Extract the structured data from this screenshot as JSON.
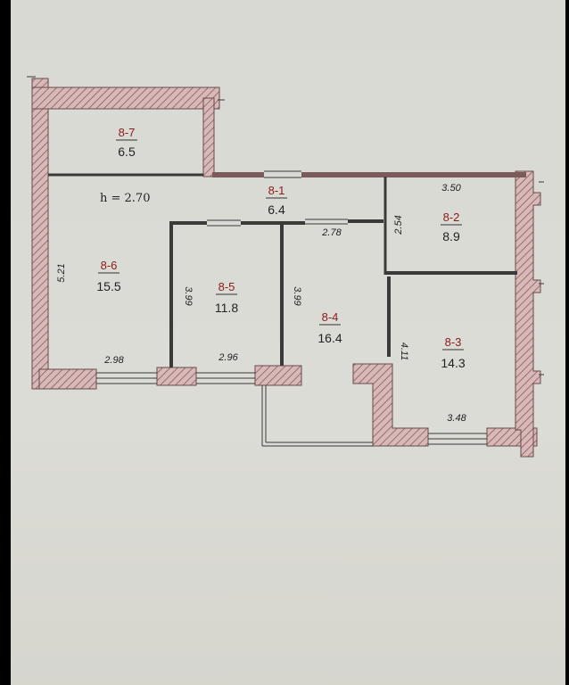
{
  "ceiling_height_label": "h = 2.70",
  "colors": {
    "wall": "#c9a6a6",
    "wall_stroke": "#6a4a4a",
    "room_id": "#8b1a1a"
  },
  "rooms": [
    {
      "id": "8-7",
      "area": "6.5"
    },
    {
      "id": "8-1",
      "area": "6.4"
    },
    {
      "id": "8-2",
      "area": "8.9"
    },
    {
      "id": "8-3",
      "area": "14.3"
    },
    {
      "id": "8-4",
      "area": "16.4"
    },
    {
      "id": "8-5",
      "area": "11.8"
    },
    {
      "id": "8-6",
      "area": "15.5"
    }
  ],
  "dimensions": {
    "room_8_2_width": "3.50",
    "room_8_2_height": "2.54",
    "corridor_width": "2.78",
    "room_8_6_height": "5.21",
    "room_8_5_height": "3.99",
    "room_8_4_height": "3.99",
    "room_8_3_height": "4.11",
    "room_8_6_width": "2.98",
    "room_8_5_width": "2.96",
    "room_8_3_width": "3.48"
  }
}
